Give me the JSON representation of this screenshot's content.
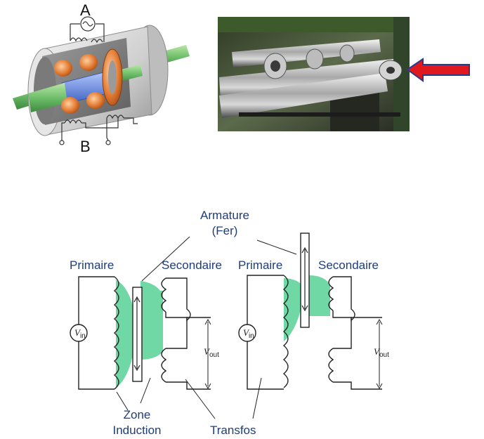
{
  "top_left_drawing": {
    "terminal_a": "A",
    "terminal_b": "B"
  },
  "photo": {
    "arrow_color": "#e0191f",
    "arrow_outline": "#2a3a8c"
  },
  "schematic": {
    "armature_line1": "Armature",
    "armature_line2": "(Fer)",
    "left_primary": "Primaire",
    "left_secondary": "Secondaire",
    "right_primary": "Primaire",
    "right_secondary": "Secondaire",
    "vin": "V",
    "vin_sub": "in",
    "vout": "V",
    "vout_sub": "out",
    "zone_line1": "Zone",
    "zone_line2": "Induction",
    "transfos": "Transfos",
    "field_color": "#6fd8a4",
    "label_color": "#1f3d7a"
  }
}
